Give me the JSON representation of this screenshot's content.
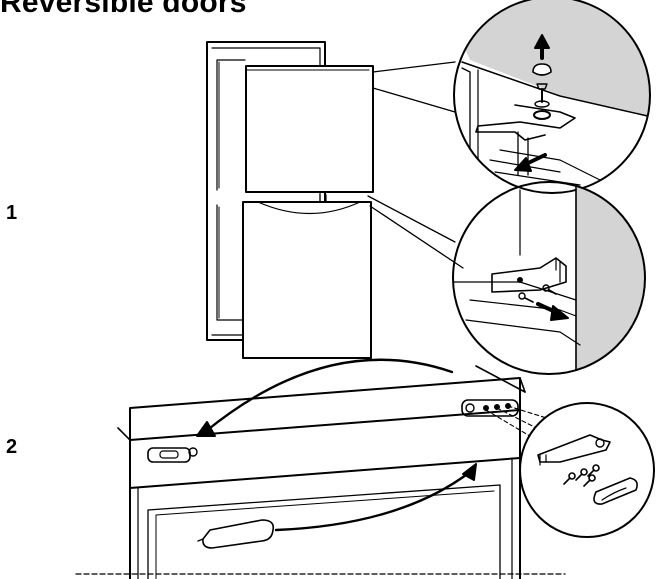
{
  "title": "Reversible doors",
  "steps": [
    {
      "label": "1"
    },
    {
      "label": "2"
    }
  ]
}
